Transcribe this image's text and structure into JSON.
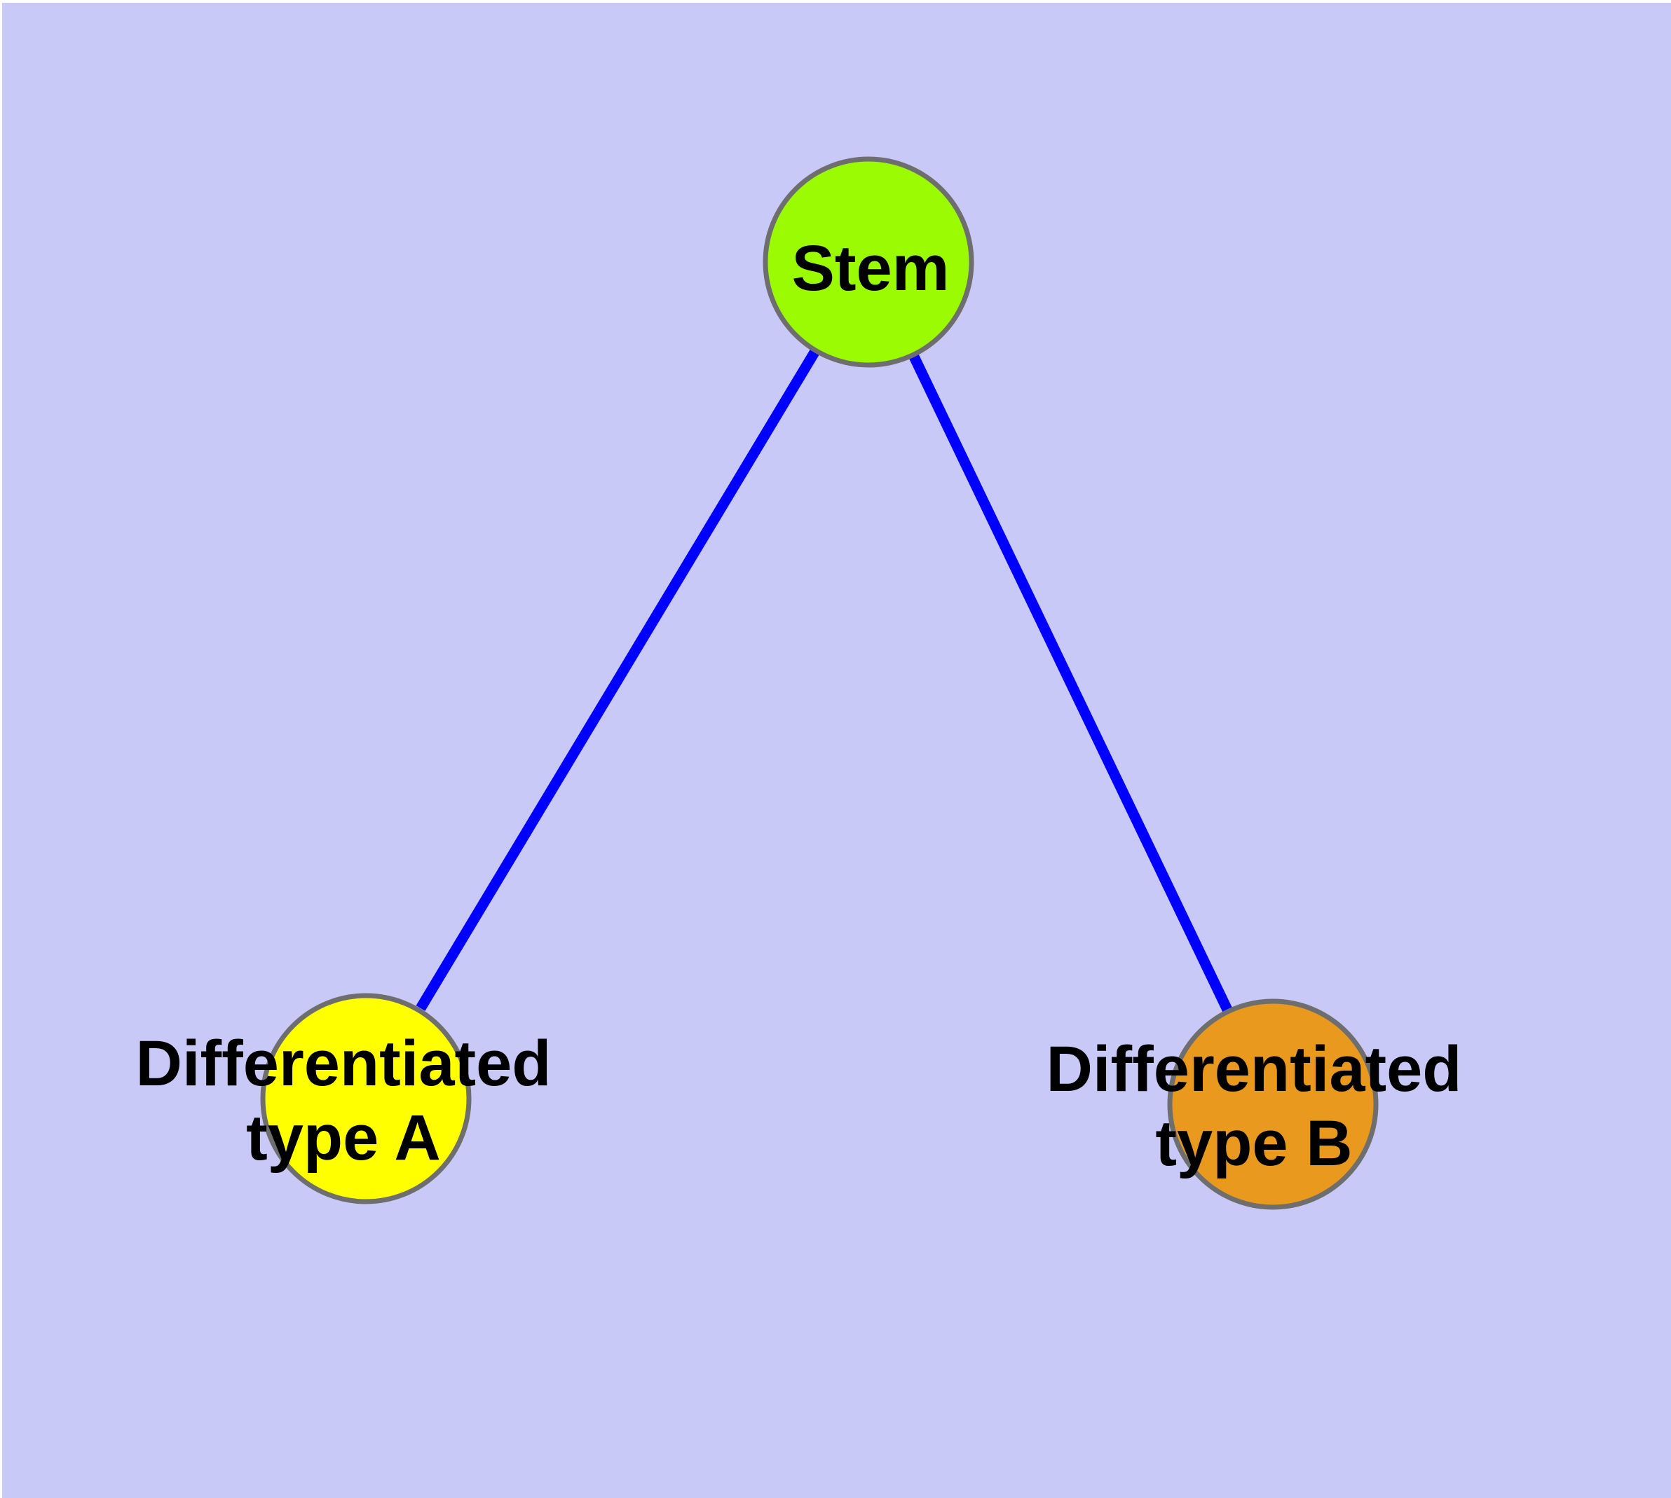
{
  "diagram": {
    "background_color": "#C9C9F7",
    "edge_color": "#0000FF",
    "node_border_color": "#6E6E6E",
    "text_color": "#000000",
    "nodes": [
      {
        "id": "stem",
        "label": "Stem",
        "label_lines": [
          "Stem"
        ],
        "fill_color": "#9AFB03"
      },
      {
        "id": "differentiated-type-a",
        "label": "Differentiated type A",
        "label_lines": [
          "Differentiated",
          "type A"
        ],
        "fill_color": "#FFFF00"
      },
      {
        "id": "differentiated-type-b",
        "label": "Differentiated type B",
        "label_lines": [
          "Differentiated",
          "type B"
        ],
        "fill_color": "#E8991E"
      }
    ],
    "edges": [
      {
        "from": "stem",
        "to": "differentiated-type-a"
      },
      {
        "from": "stem",
        "to": "differentiated-type-b"
      }
    ]
  }
}
